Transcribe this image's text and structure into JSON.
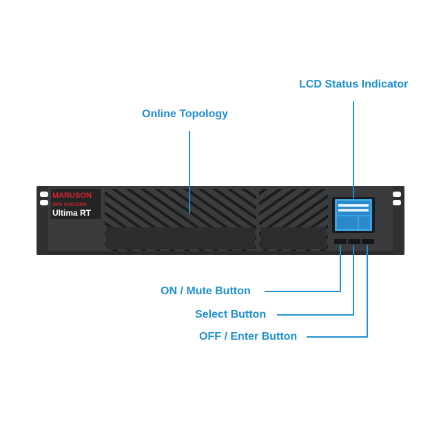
{
  "labels": {
    "lcd": "LCD Status Indicator",
    "topology": "Online Topology",
    "on_mute": "ON / Mute Button",
    "select": "Select Button",
    "off_enter": "OFF / Enter Button"
  },
  "device": {
    "brand": "MARUSON",
    "sub": "UPS SYSTEMS",
    "model": "Ultima RT"
  },
  "colors": {
    "accent": "#1f8fd0",
    "chassis": "#3a3b3d",
    "brand_red": "#d7262d",
    "lcd_blue": "#3aa6e8"
  }
}
